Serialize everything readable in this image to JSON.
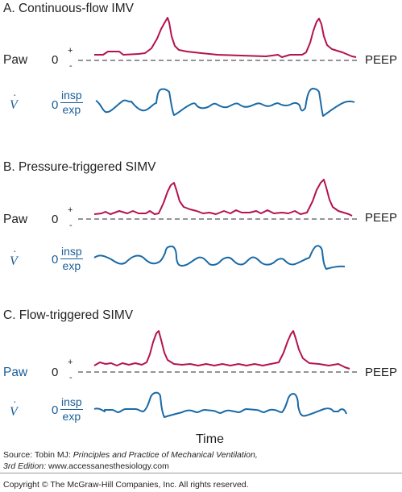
{
  "colors": {
    "pressure_trace": "#b3134f",
    "flow_trace": "#1a6aa6",
    "blue_label": "#1a5e99",
    "text": "#231f20",
    "baseline": "#555555"
  },
  "labels": {
    "paw": "Paw",
    "zero": "0",
    "plus": "+",
    "minus": "-",
    "peep": "PEEP",
    "flow_symbol": "V",
    "flow_dot": "·",
    "insp": "insp",
    "exp": "exp",
    "time": "Time"
  },
  "panels": [
    {
      "title": "A. Continuous-flow IMV"
    },
    {
      "title": "B. Pressure-triggered SIMV"
    },
    {
      "title": "C. Flow-triggered SIMV"
    }
  ],
  "source": {
    "prefix": "Source: Tobin MJ: ",
    "book_title": "Principles and Practice of Mechanical Ventilation,",
    "edition": "3rd Edition:",
    "url": " www.accessanesthesiology.com",
    "copyright": "Copyright © The McGraw-Hill Companies, Inc. All rights reserved."
  }
}
